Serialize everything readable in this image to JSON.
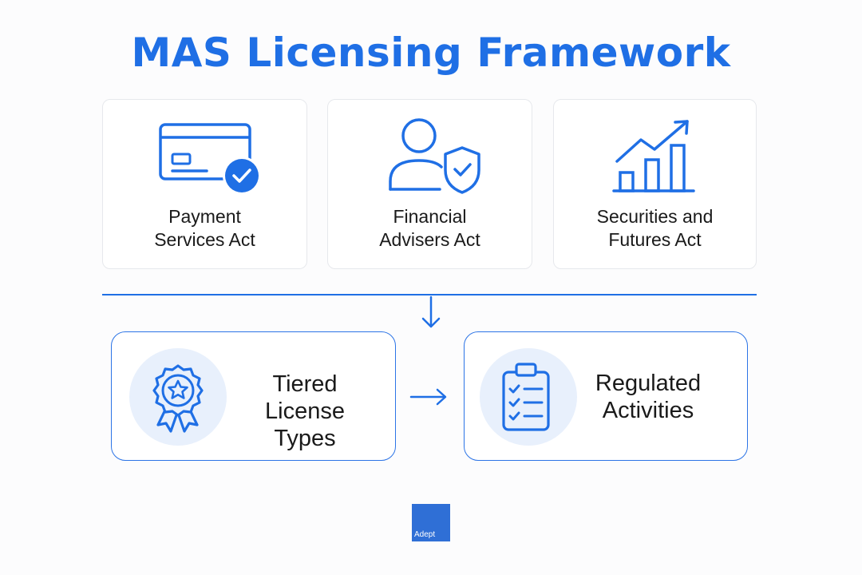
{
  "title": "MAS Licensing Framework",
  "cards": [
    {
      "label": "Payment\nServices Act",
      "icon": "credit-card-check-icon"
    },
    {
      "label": "Financial\nAdvisers Act",
      "icon": "user-shield-icon"
    },
    {
      "label": "Securities and\nFutures Act",
      "icon": "growth-chart-icon"
    }
  ],
  "bottom": [
    {
      "label": "Tiered\nLicense Types",
      "icon": "award-ribbon-icon"
    },
    {
      "label": "Regulated\nActivities",
      "icon": "clipboard-checklist-icon"
    }
  ],
  "badge": "Adept",
  "colors": {
    "accent": "#1f6fe5",
    "circle_fill": "#e8f0fc",
    "badge": "#2f6fd6"
  }
}
